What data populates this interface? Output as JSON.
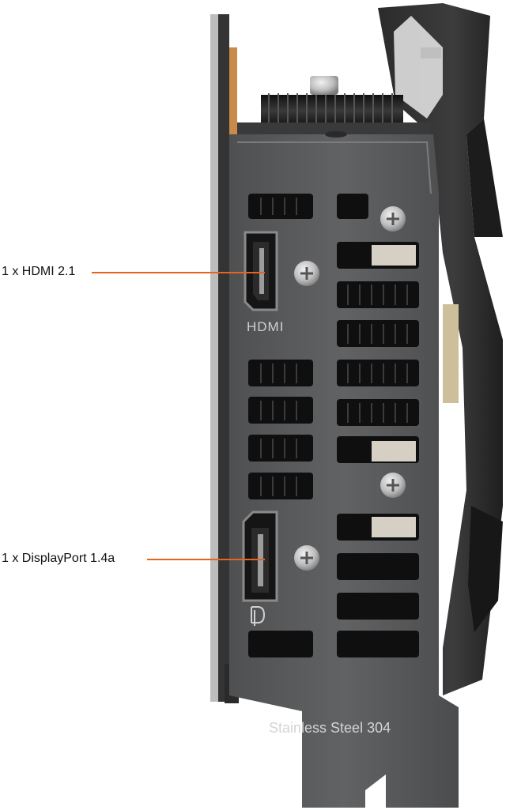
{
  "callouts": {
    "hdmi": "1 x HDMI 2.1",
    "displayport": "1 x DisplayPort 1.4a"
  },
  "bracket": {
    "hdmi_logo": "HDMI",
    "dp_logo": "D",
    "material": "Stainless Steel 304"
  },
  "colors": {
    "callout_line": "#e8641e",
    "bracket": "#5b5c5e",
    "heatsink": "#2a2a2a",
    "copper": "#c98a4a",
    "port": "#1a1a1a"
  },
  "icons": [
    "screw-icon",
    "displayport-logo-icon"
  ]
}
